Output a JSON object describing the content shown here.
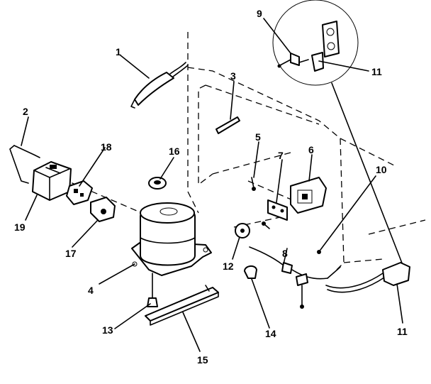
{
  "callouts": {
    "c1": "1",
    "c2": "2",
    "c3": "3",
    "c4": "4",
    "c5": "5",
    "c6": "6",
    "c7": "7",
    "c8": "8",
    "c9": "9",
    "c10": "10",
    "c11_top": "11",
    "c11_bottom": "11",
    "c12": "12",
    "c13": "13",
    "c14": "14",
    "c15": "15",
    "c16": "16",
    "c17": "17",
    "c18": "18",
    "c19": "19"
  }
}
